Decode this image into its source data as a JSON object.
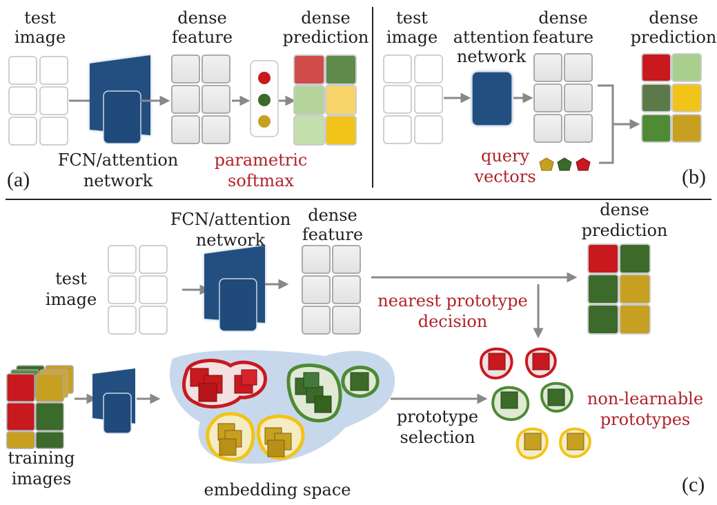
{
  "panel_a": {
    "test_image": [
      "test",
      "image"
    ],
    "network": [
      "FCN/attention",
      "network"
    ],
    "dense_feature": [
      "dense",
      "feature"
    ],
    "dense_prediction": [
      "dense",
      "prediction"
    ],
    "softmax": [
      "parametric",
      "softmax"
    ],
    "tag": "(a)"
  },
  "panel_b": {
    "test_image": [
      "test",
      "image"
    ],
    "network": [
      "attention",
      "network"
    ],
    "dense_feature": [
      "dense",
      "feature"
    ],
    "dense_prediction": [
      "dense",
      "prediction"
    ],
    "query": [
      "query",
      "vectors"
    ],
    "tag": "(b)"
  },
  "panel_c": {
    "network": [
      "FCN/attention",
      "network"
    ],
    "dense_feature": [
      "dense",
      "feature"
    ],
    "dense_prediction": [
      "dense",
      "prediction"
    ],
    "test_image": [
      "test",
      "image"
    ],
    "decision": [
      "nearest prototype",
      "decision"
    ],
    "training": [
      "training",
      "images"
    ],
    "embedding": "embedding space",
    "selection": [
      "prototype",
      "selection"
    ],
    "prototypes": [
      "non-learnable",
      "prototypes"
    ],
    "tag": "(c)"
  },
  "colors": {
    "red": "#c8191e",
    "green_dark": "#3b6a2a",
    "green_light": "#a9cf8f",
    "yellow": "#f2c318",
    "gold": "#c7a022",
    "navy": "#234f80",
    "label_red": "#b0222a"
  }
}
